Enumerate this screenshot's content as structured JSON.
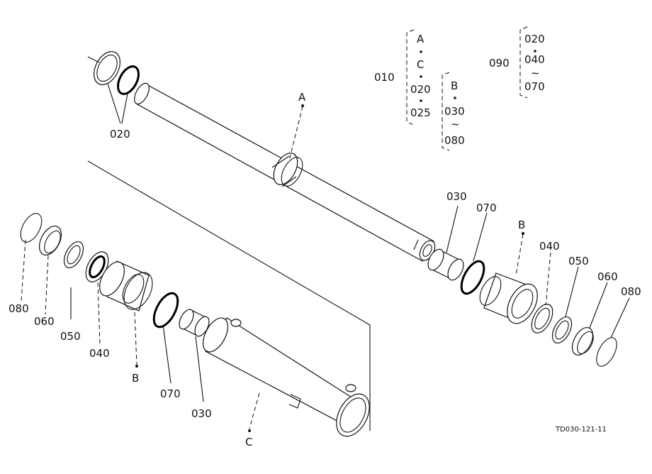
{
  "callouts": {
    "c020_top": "020",
    "cA": "A",
    "cB_right": "B",
    "c030_right": "030",
    "c070_right": "070",
    "c040_right": "040",
    "c050_right": "050",
    "c060_right": "060",
    "c080_right": "080",
    "c080_left": "080",
    "c060_left": "060",
    "c050_left": "050",
    "c040_left": "040",
    "cB_left": "B",
    "c070_left": "070",
    "c030_left": "030",
    "cC": "C"
  },
  "kit_010": {
    "number": "010",
    "group1": [
      "A",
      "C",
      "020",
      "025"
    ],
    "group2": [
      "B",
      "030",
      "080"
    ]
  },
  "kit_090": {
    "number": "090",
    "items": [
      "020",
      "040",
      "070"
    ]
  },
  "figure_id": "TD030-121-11"
}
